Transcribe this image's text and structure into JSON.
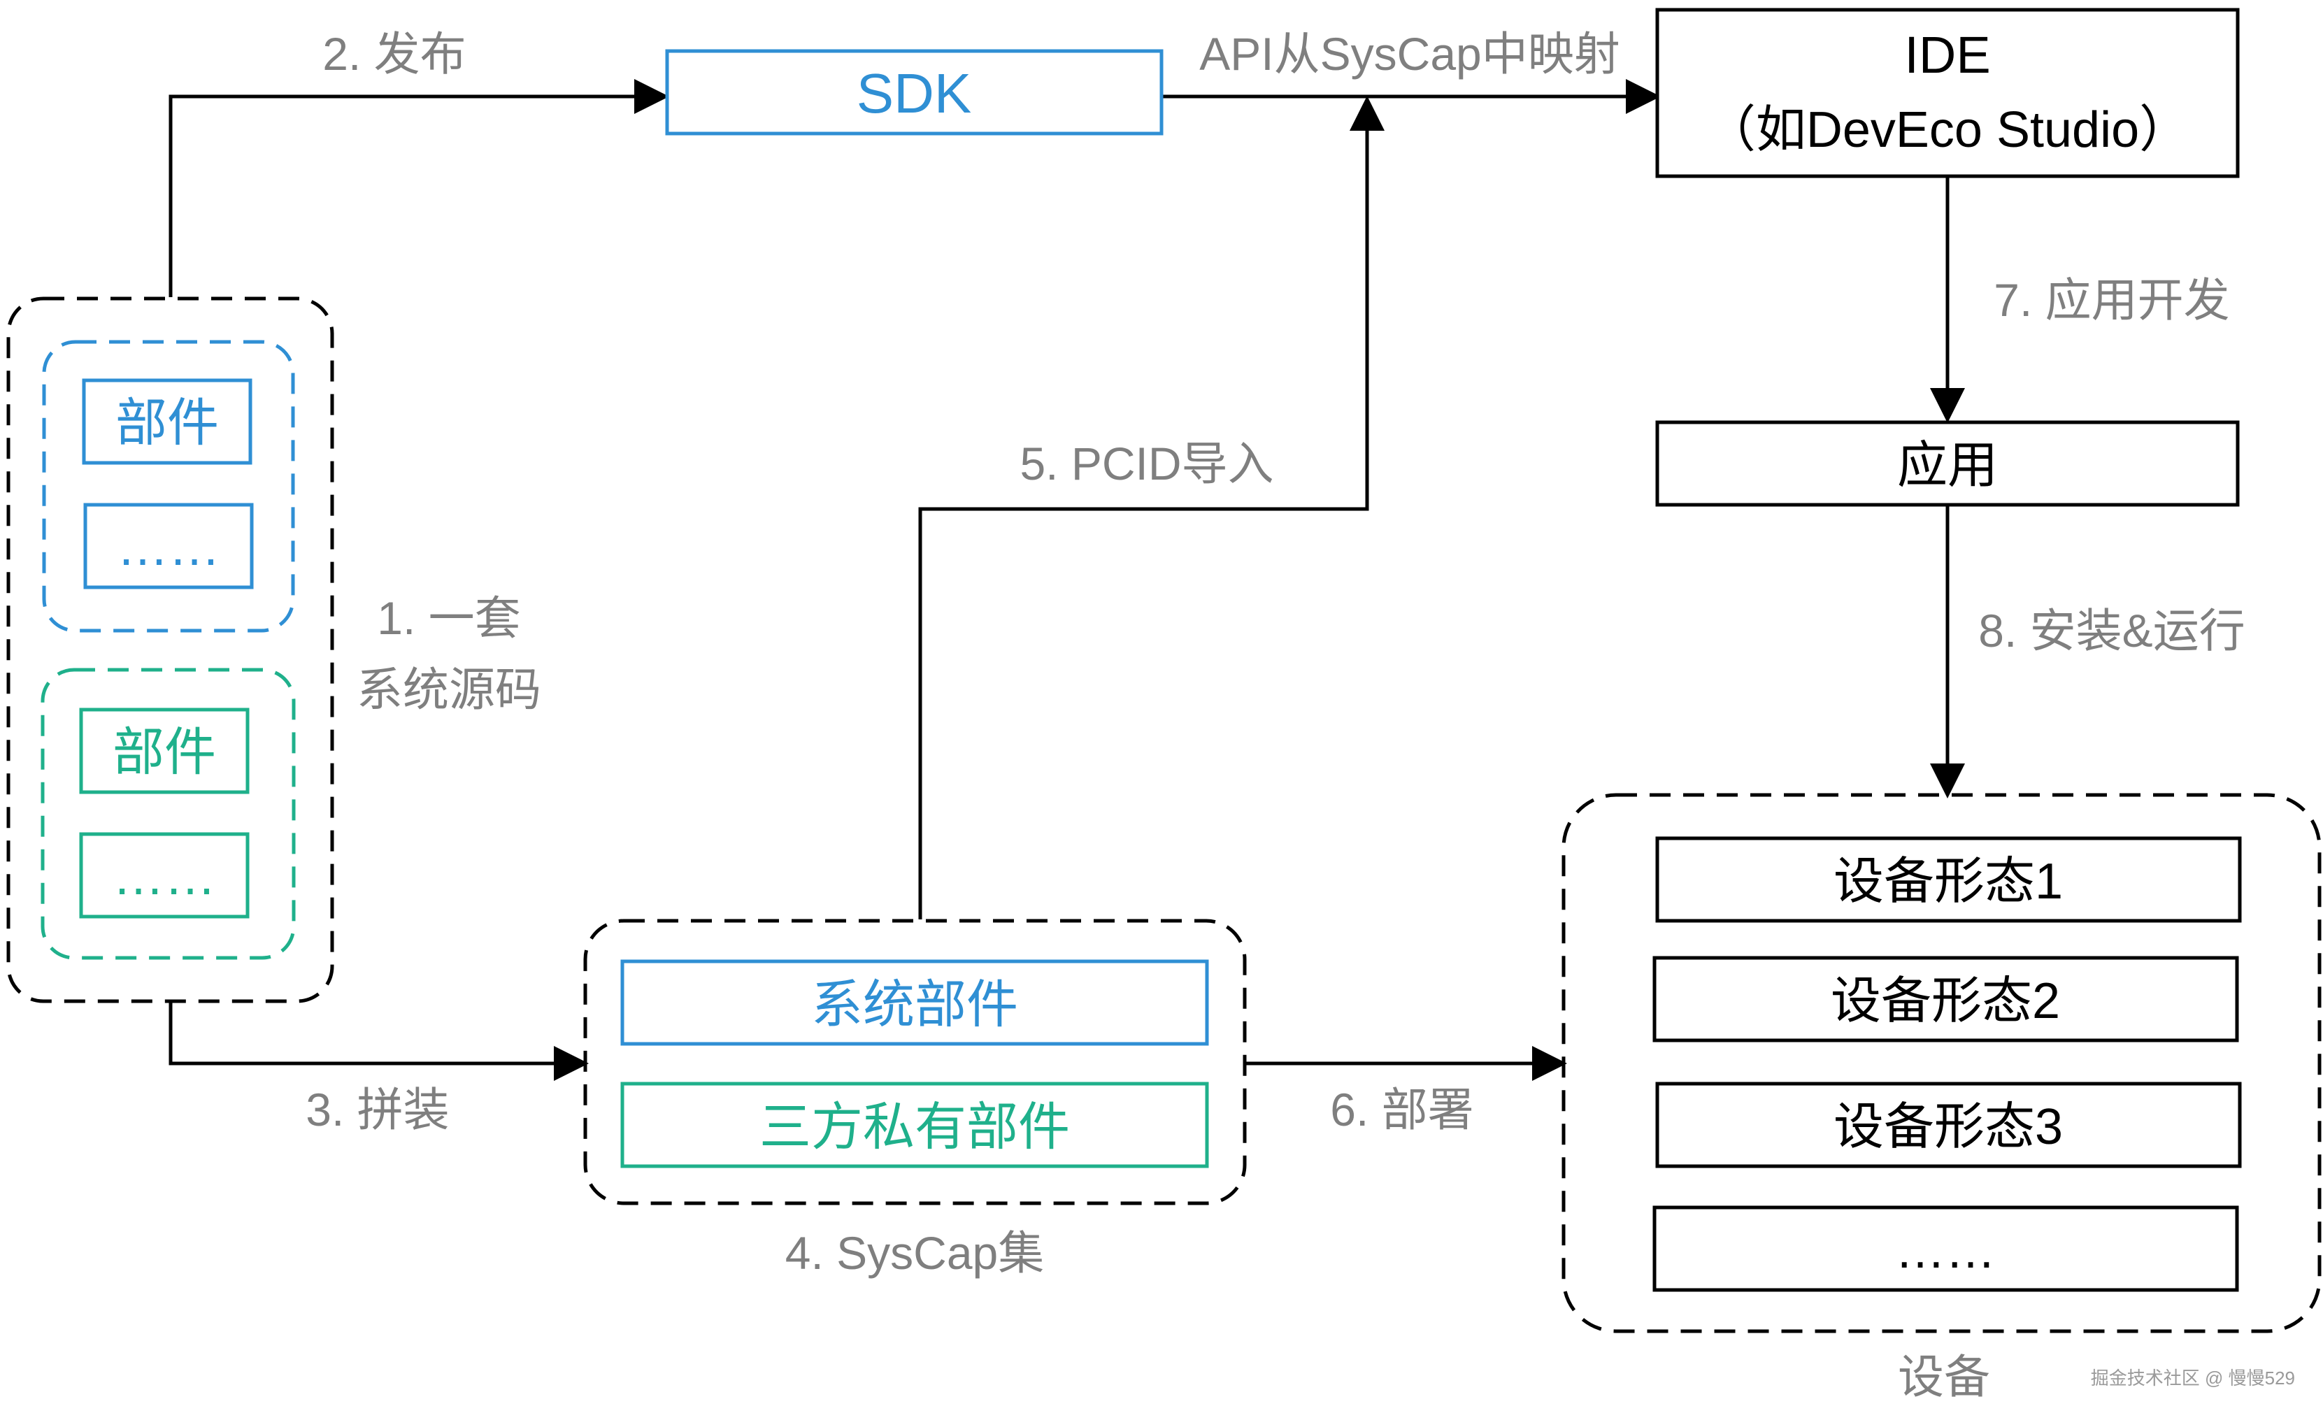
{
  "labels": {
    "step1_line1": "1. 一套",
    "step1_line2": "系统源码",
    "step2": "2. 发布",
    "step3": "3. 拼装",
    "step4": "4. SysCap集",
    "step5": "5. PCID导入",
    "step6": "6. 部署",
    "step7": "7. 应用开发",
    "step8": "8. 安装&运行",
    "api_mapping": "API从SysCap中映射",
    "device_group": "设备"
  },
  "source_group": {
    "blue_component": "部件",
    "blue_more": "……",
    "green_component": "部件",
    "green_more": "……"
  },
  "sdk": "SDK",
  "ide": {
    "line1": "IDE",
    "line2": "（如DevEco Studio）"
  },
  "app": "应用",
  "syscap_set": {
    "system_component": "系统部件",
    "third_party_component": "三方私有部件"
  },
  "devices": [
    "设备形态1",
    "设备形态2",
    "设备形态3",
    "……"
  ],
  "watermark": "掘金技术社区 @ 慢慢529",
  "colors": {
    "blue": "#2f8fd4",
    "green": "#1fb08b",
    "label_gray": "#7f7f7f",
    "black": "#000000"
  }
}
